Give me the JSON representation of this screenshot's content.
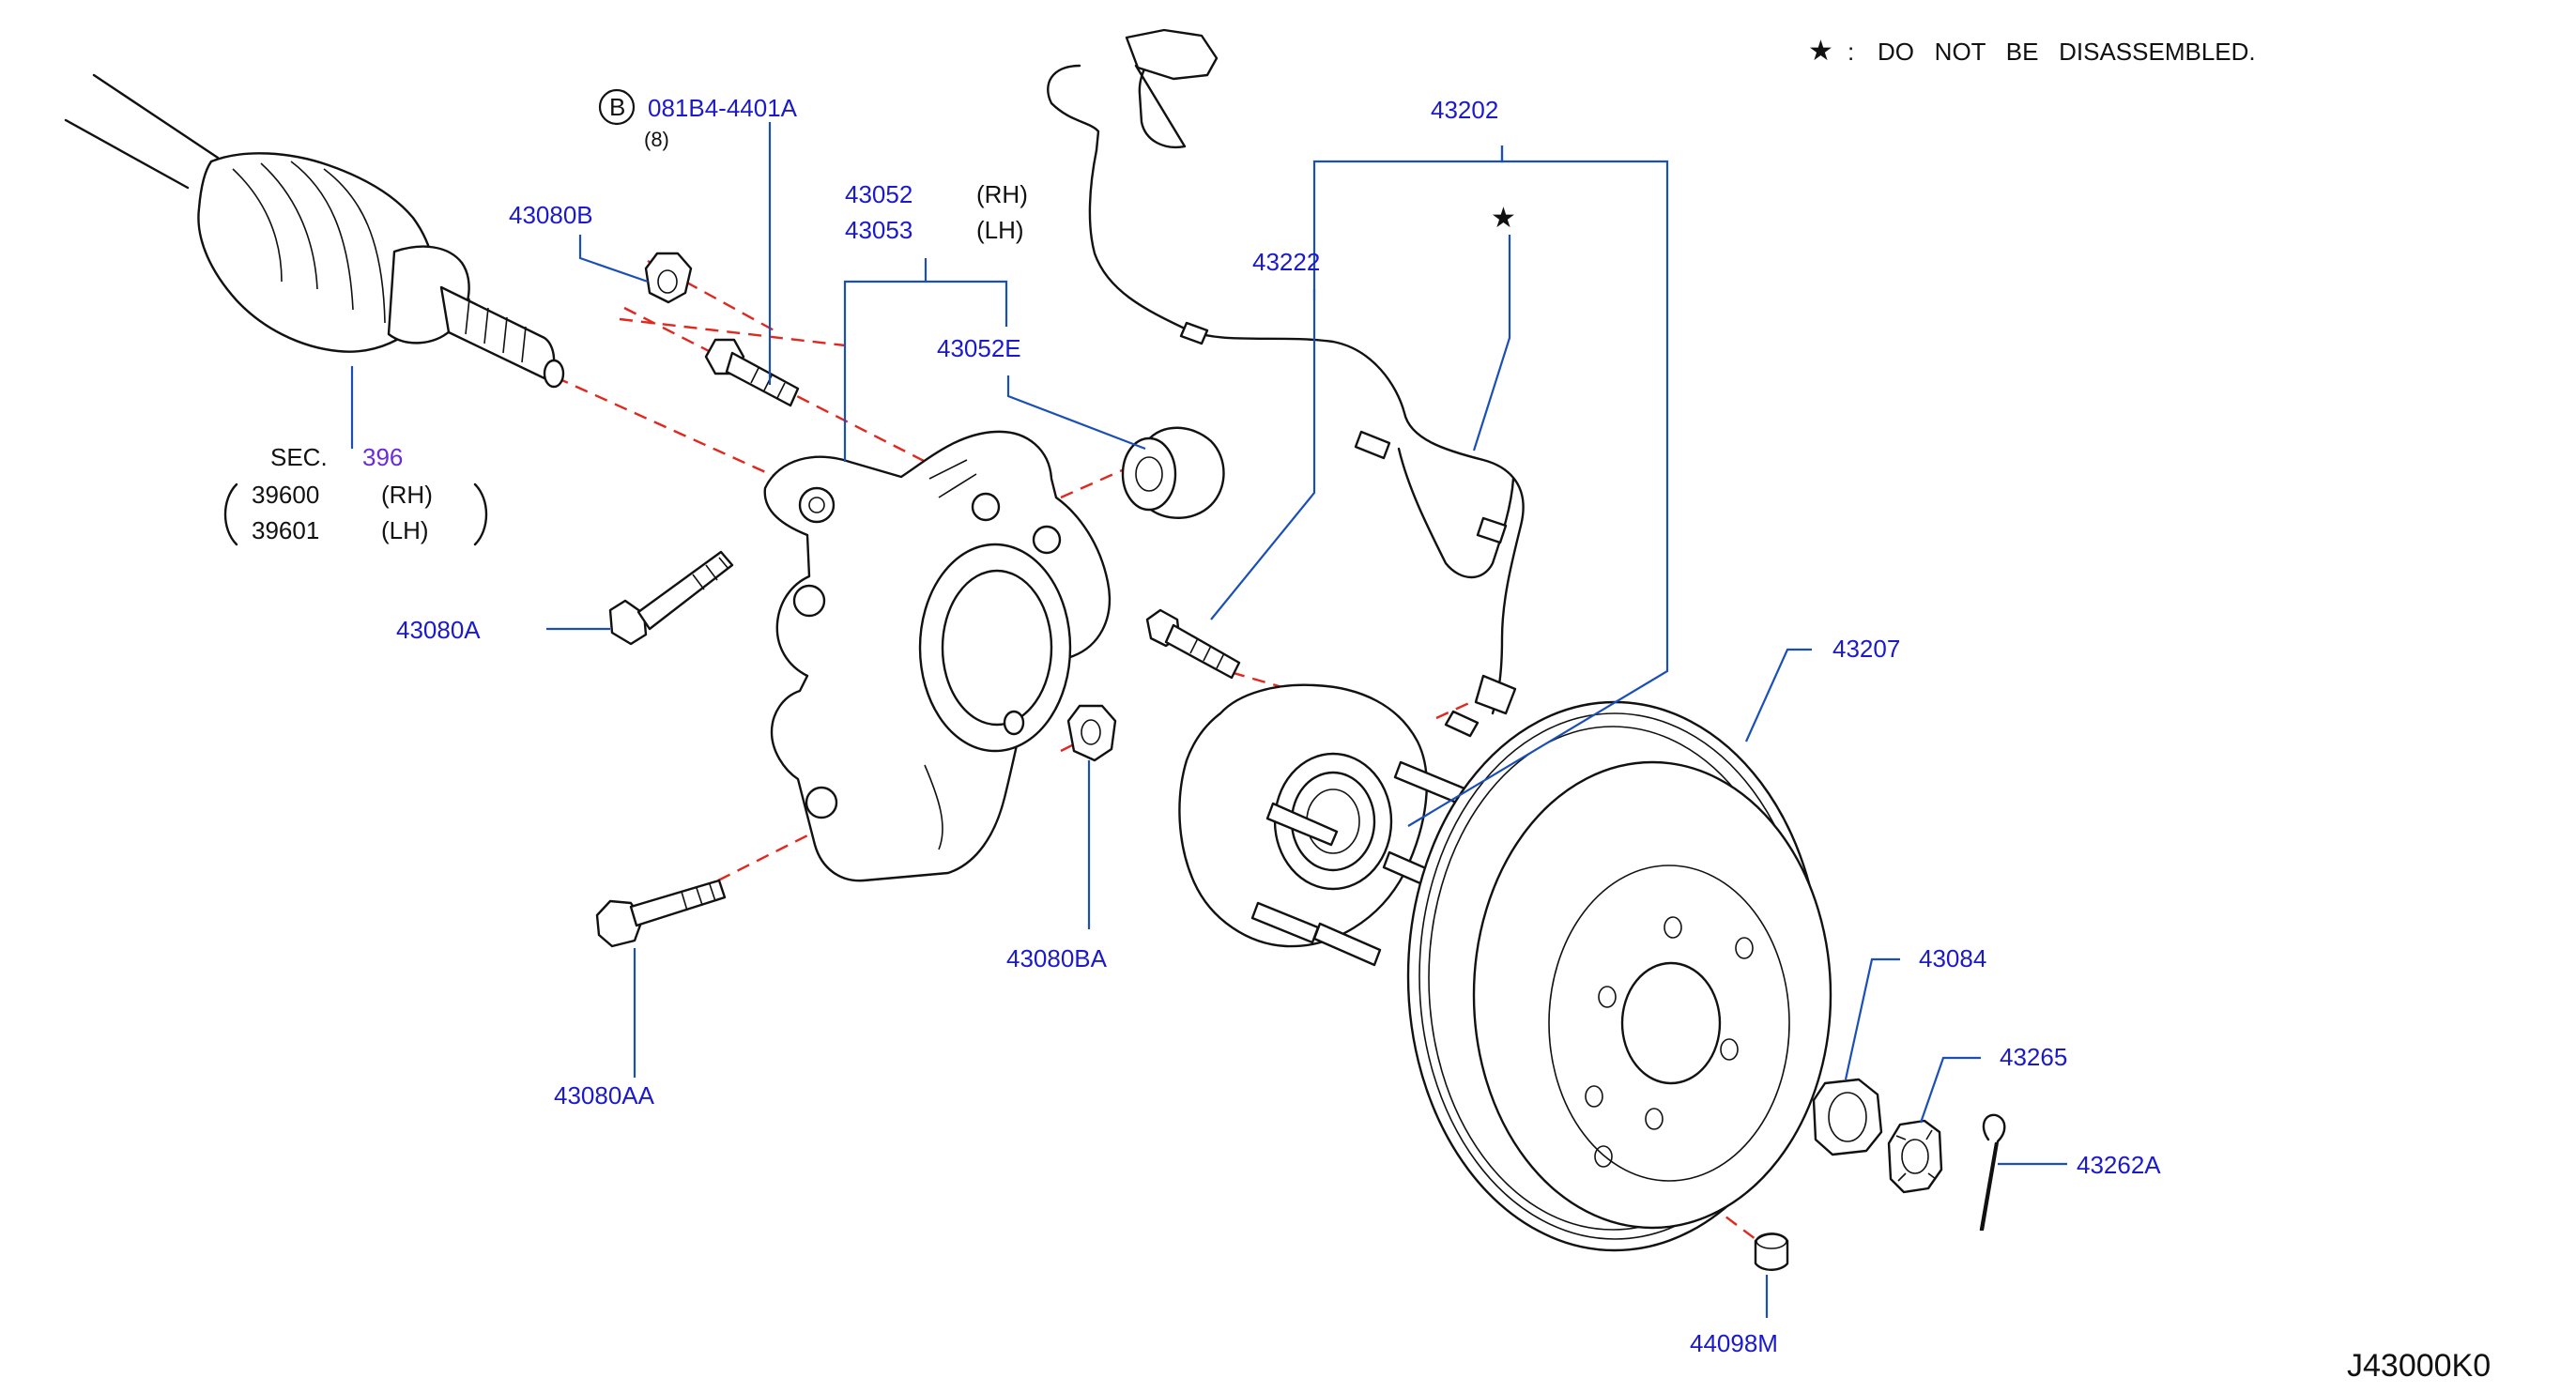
{
  "header": {
    "star_symbol": "★",
    "legend_colon": ":",
    "legend_text": "DO   NOT   BE   DISASSEMBLED."
  },
  "footer": {
    "drawing_code": "J43000K0"
  },
  "drive_shaft": {
    "sec_label": "SEC.",
    "sec_number": "396",
    "paren_open": "(",
    "paren_close": ")",
    "rows": [
      {
        "part": "39600",
        "side": "(RH)"
      },
      {
        "part": "39601",
        "side": "(LH)"
      }
    ]
  },
  "bolt_b": {
    "circle_letter": "B",
    "part": "081B4-4401A",
    "qty": "(8)"
  },
  "knuckle": {
    "rows": [
      {
        "part": "43052",
        "side": "(RH)"
      },
      {
        "part": "43053",
        "side": "(LH)"
      }
    ],
    "bushing": "43052E"
  },
  "hub_assembly": {
    "part": "43202",
    "star": "★",
    "sensor": "43222"
  },
  "callouts": {
    "p43080b": "43080B",
    "p43080a": "43080A",
    "p43080aa": "43080AA",
    "p43080ba": "43080BA",
    "p43207": "43207",
    "p43084": "43084",
    "p43265": "43265",
    "p43262a": "43262A",
    "p44098m": "44098M"
  },
  "colors": {
    "part_number": "#1a1acc",
    "leader_line": "#1a4fb8",
    "centerline": "#e0281e",
    "outline": "#111111",
    "section_ref": "#6a2bd8"
  }
}
